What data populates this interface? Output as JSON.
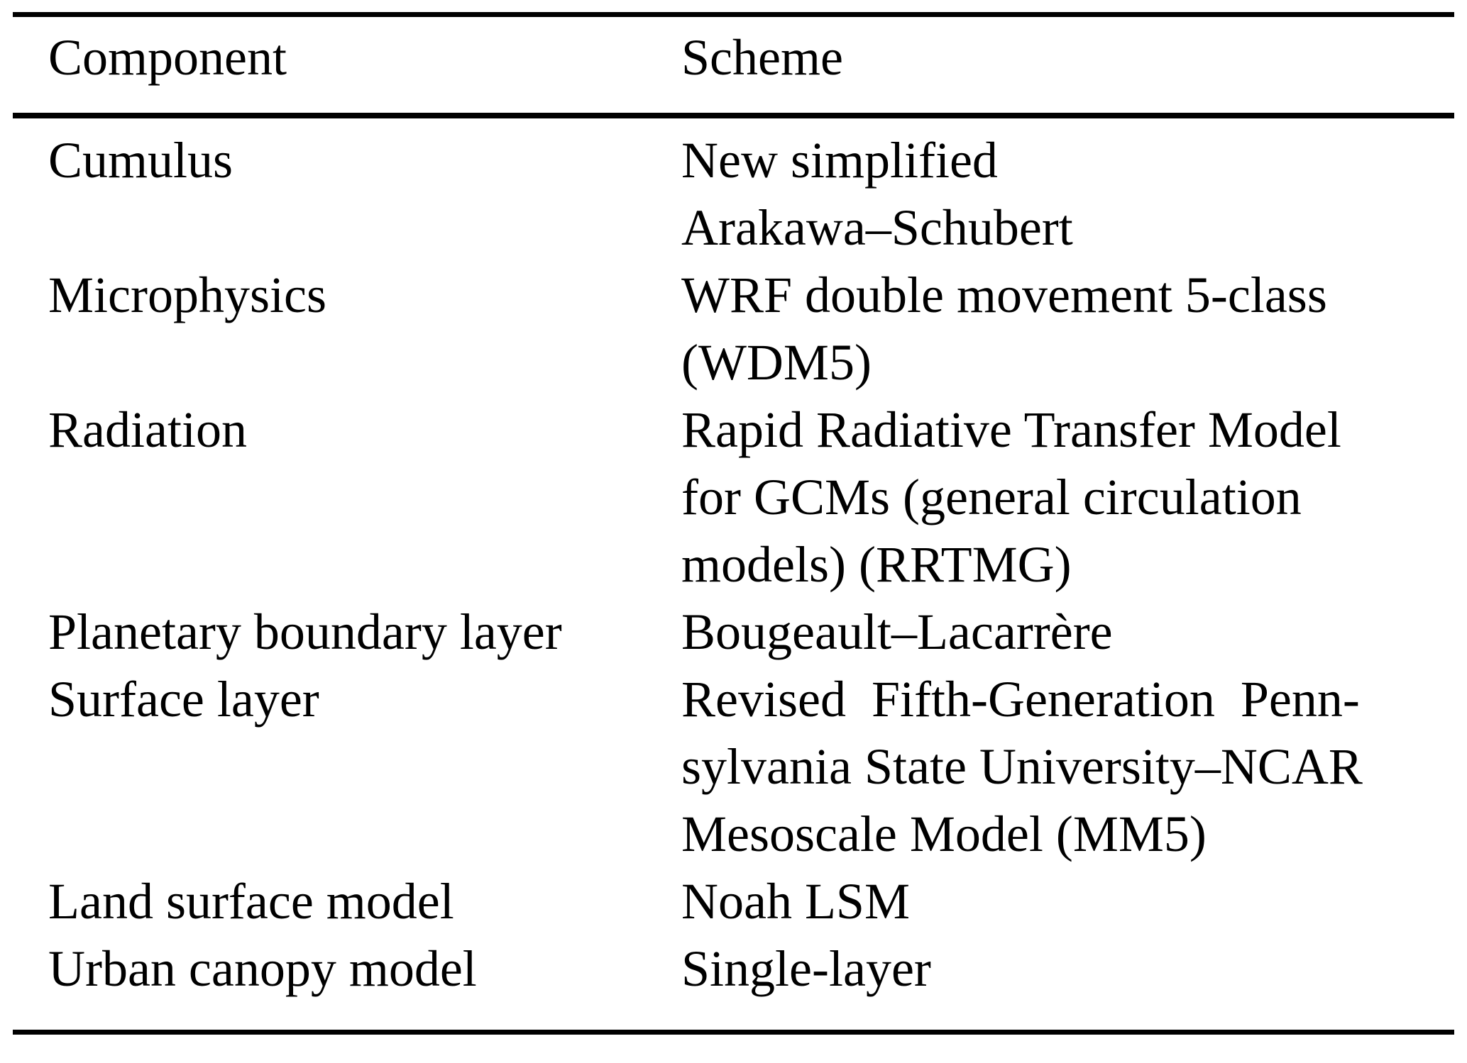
{
  "table": {
    "headers": {
      "component": "Component",
      "scheme": "Scheme"
    },
    "rows": [
      {
        "component": "Cumulus",
        "scheme": "New simplified\nArakawa–Schubert"
      },
      {
        "component": "Microphysics",
        "scheme": "WRF double movement 5-class\n(WDM5)"
      },
      {
        "component": "Radiation",
        "scheme": "Rapid Radiative Transfer Model\nfor GCMs (general circulation\nmodels) (RRTMG)"
      },
      {
        "component": "Planetary boundary layer",
        "scheme": "Bougeault–Lacarrère"
      },
      {
        "component": "Surface layer",
        "scheme": "Revised  Fifth-Generation  Penn-\nsylvania State University–NCAR\nMesoscale Model (MM5)"
      },
      {
        "component": "Land surface model",
        "scheme": "Noah LSM"
      },
      {
        "component": "Urban canopy model",
        "scheme": "Single-layer"
      }
    ]
  },
  "colors": {
    "text": "#000000",
    "background": "#ffffff",
    "rule": "#000000"
  }
}
